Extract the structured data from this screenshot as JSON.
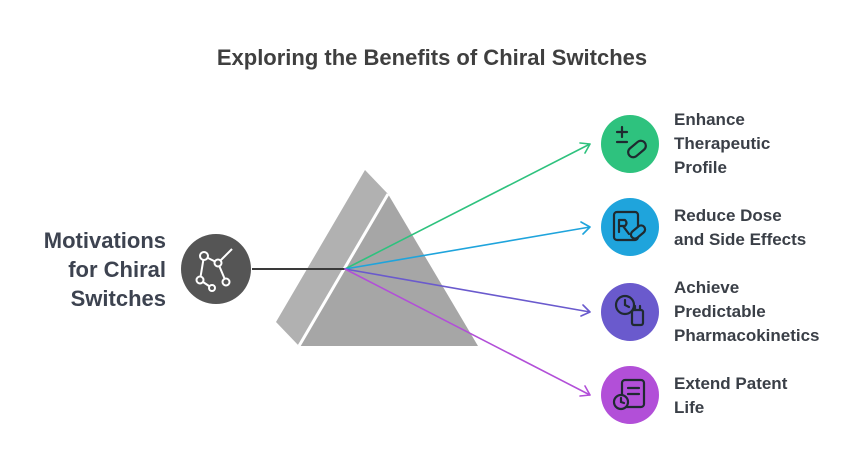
{
  "title": "Exploring the Benefits of Chiral Switches",
  "source": {
    "lines": [
      "Motivations",
      "for Chiral",
      "Switches"
    ],
    "icon": "molecule-network-icon"
  },
  "outputs": [
    {
      "lines": [
        "Enhance",
        "Therapeutic",
        "Profile"
      ],
      "icon": "pill-plus-minus-icon",
      "color": "#2ec27e"
    },
    {
      "lines": [
        "Reduce Dose",
        "and Side Effects"
      ],
      "icon": "prescription-rx-icon",
      "color": "#1fa4dc"
    },
    {
      "lines": [
        "Achieve",
        "Predictable",
        "Pharmacokinetics"
      ],
      "icon": "clock-vial-icon",
      "color": "#6a5acd"
    },
    {
      "lines": [
        "Extend Patent",
        "Life"
      ],
      "icon": "document-clock-icon",
      "color": "#b24fd8"
    }
  ],
  "colors": {
    "prism": "#a6a6a6",
    "prism_side": "#b1b1b1",
    "source_circle": "#555555",
    "input_line": "#3a3a3a"
  }
}
